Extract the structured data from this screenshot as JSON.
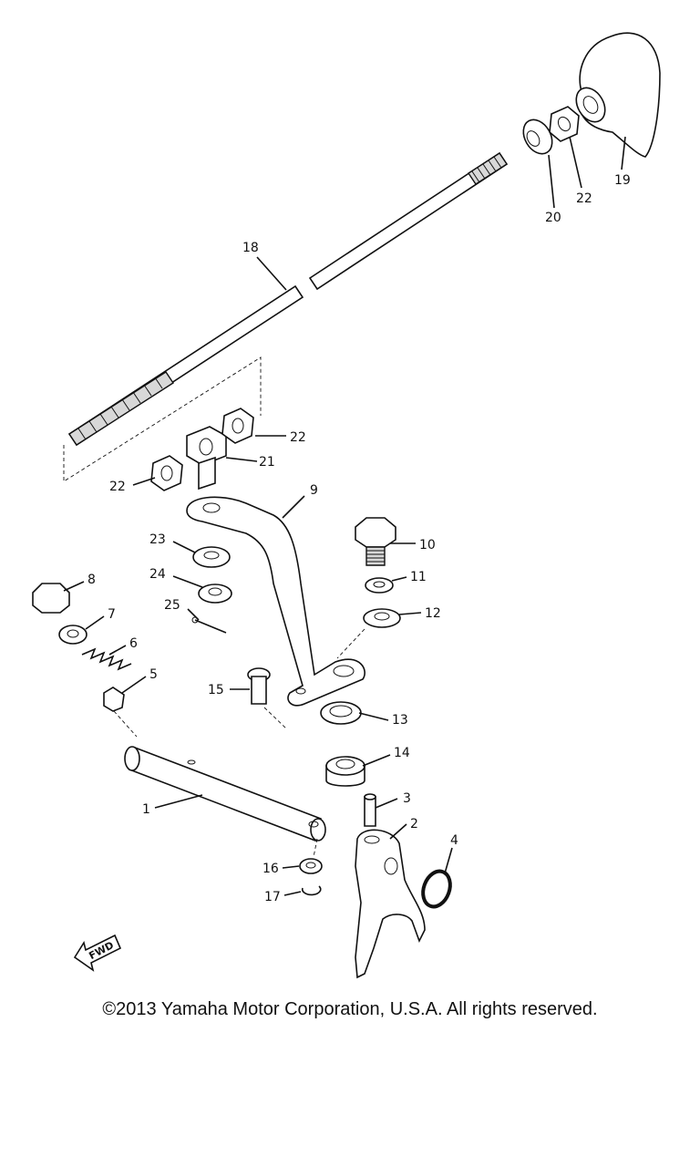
{
  "diagram": {
    "callouts": {
      "p1": "1",
      "p2": "2",
      "p3": "3",
      "p4": "4",
      "p5": "5",
      "p6": "6",
      "p7": "7",
      "p8": "8",
      "p9": "9",
      "p10": "10",
      "p11": "11",
      "p12": "12",
      "p13": "13",
      "p14": "14",
      "p15": "15",
      "p16": "16",
      "p17": "17",
      "p18": "18",
      "p19": "19",
      "p20": "20",
      "p21": "21",
      "p22a": "22",
      "p22b": "22",
      "p22c": "22",
      "p23": "23",
      "p24": "24",
      "p25": "25"
    },
    "fwd_label": "FWD"
  },
  "footer": {
    "copyright": "©2013 Yamaha Motor Corporation, U.S.A. All rights reserved."
  }
}
